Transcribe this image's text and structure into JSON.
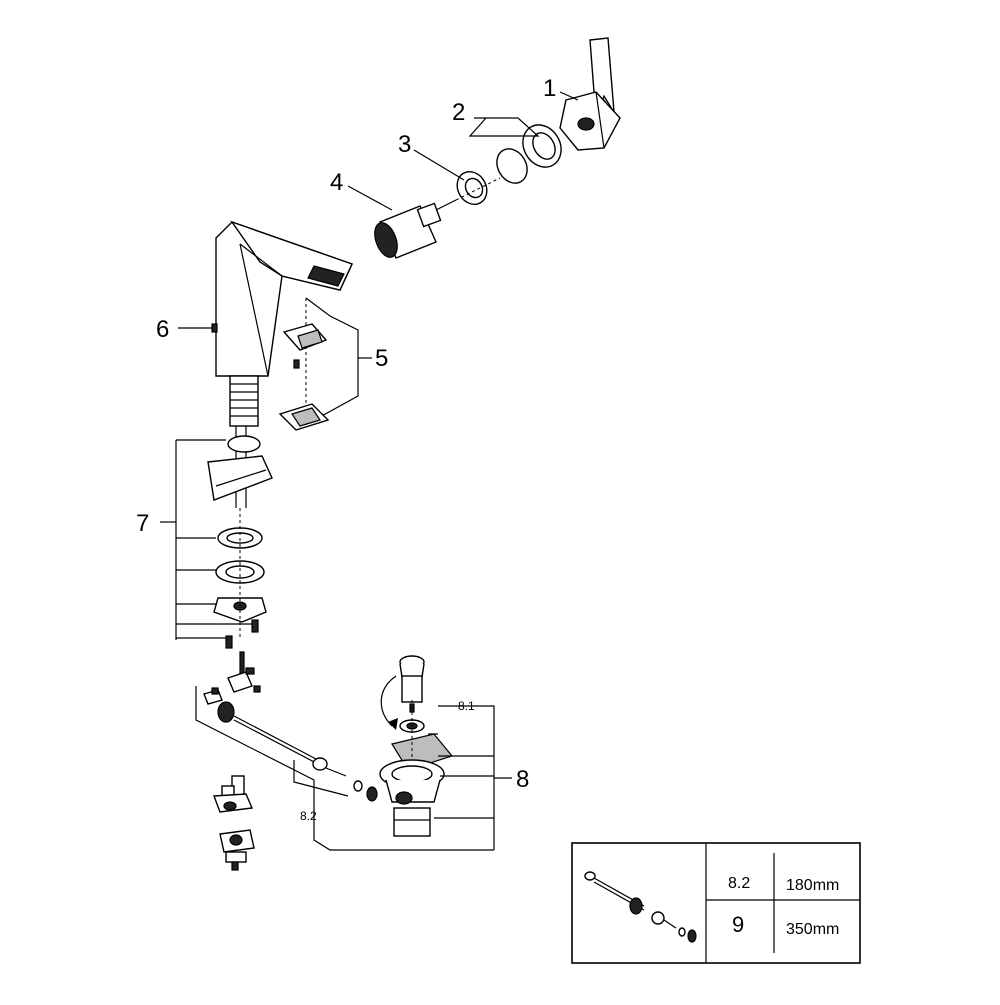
{
  "callouts": {
    "p1": "1",
    "p2": "2",
    "p3": "3",
    "p4": "4",
    "p5": "5",
    "p6": "6",
    "p7": "7",
    "p8": "8",
    "p8_1": "8.1",
    "p8_2": "8.2"
  },
  "variant_table": {
    "rows": [
      {
        "label": "8.2",
        "value": "180mm"
      },
      {
        "label": "9",
        "value": "350mm"
      }
    ]
  },
  "colors": {
    "line": "#000000",
    "background": "#ffffff"
  }
}
